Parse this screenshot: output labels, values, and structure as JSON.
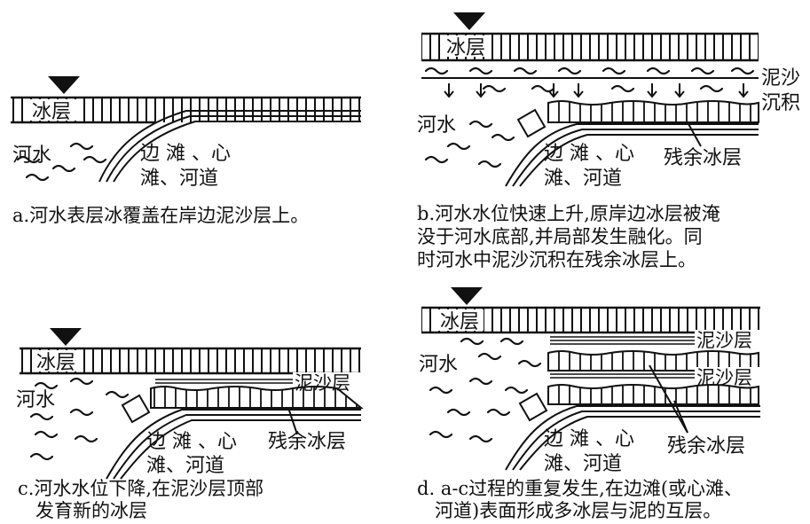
{
  "panels": {
    "a": {
      "ice_label": "冰层",
      "water_label": "河水",
      "bank_label_line1": "边 滩 、心",
      "bank_label_line2": "滩、河道",
      "caption_line1": "a.河水表层冰覆盖在岸边泥沙层上。"
    },
    "b": {
      "ice_label": "冰层",
      "water_label": "河水",
      "sediment_label_line1": "泥沙",
      "sediment_label_line2": "沉积",
      "bank_label_line1": "边 滩 、心",
      "bank_label_line2": "滩、河道",
      "residual_label": "残余冰层",
      "caption_line1": "b.河水水位快速上升,原岸边冰层被淹",
      "caption_line2": "没于河水底部,并局部发生融化。同",
      "caption_line3": "时河水中泥沙沉积在残余冰层上。"
    },
    "c": {
      "ice_label": "冰层",
      "water_label": "河水",
      "mud_label": "泥沙层",
      "bank_label_line1": "边 滩 、心",
      "bank_label_line2": "滩、河道",
      "residual_label": "残余冰层",
      "caption_line1": "c.河水水位下降,在泥沙层顶部",
      "caption_line2": "发育新的冰层"
    },
    "d": {
      "ice_label": "冰层",
      "water_label": "河水",
      "mud_label_1": "泥沙层",
      "mud_label_2": "泥沙层",
      "bank_label_line1": "边 滩 、心",
      "bank_label_line2": "滩、河道",
      "residual_label": "残余冰层",
      "caption_line1": "d. a-c过程的重复发生,在边滩(或心滩、",
      "caption_line2": "河道)表面形成多冰层与泥的互层。"
    }
  },
  "colors": {
    "ink": "#111111",
    "background": "#ffffff"
  }
}
